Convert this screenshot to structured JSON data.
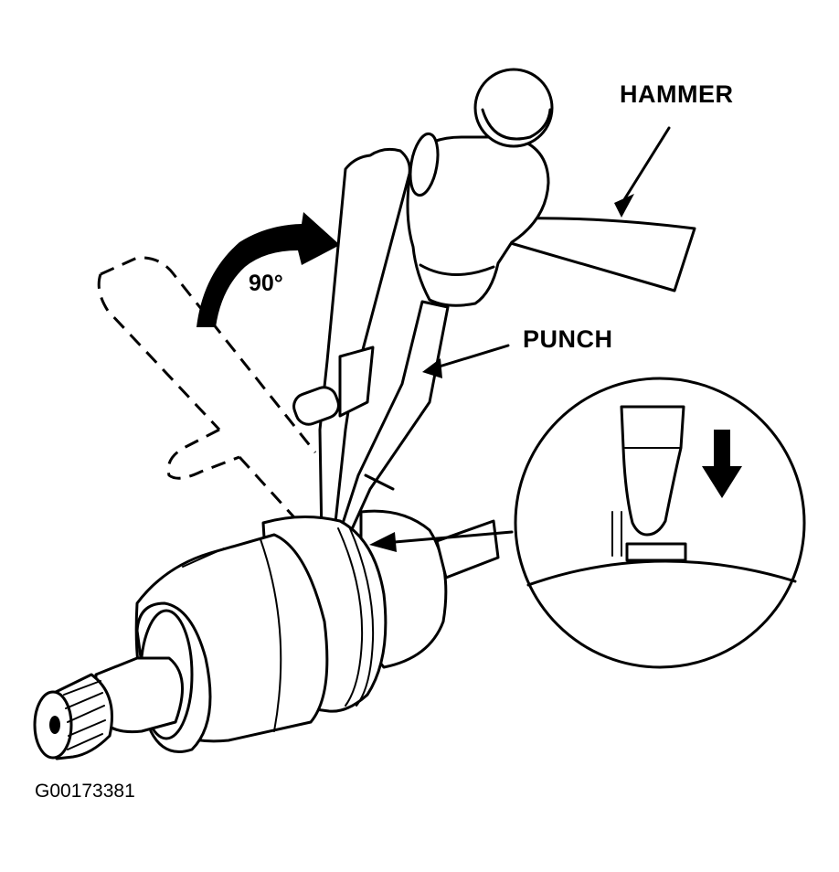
{
  "labels": {
    "hammer": "HAMMER",
    "punch": "PUNCH",
    "angle": "90°",
    "figure_id": "G00173381"
  }
}
